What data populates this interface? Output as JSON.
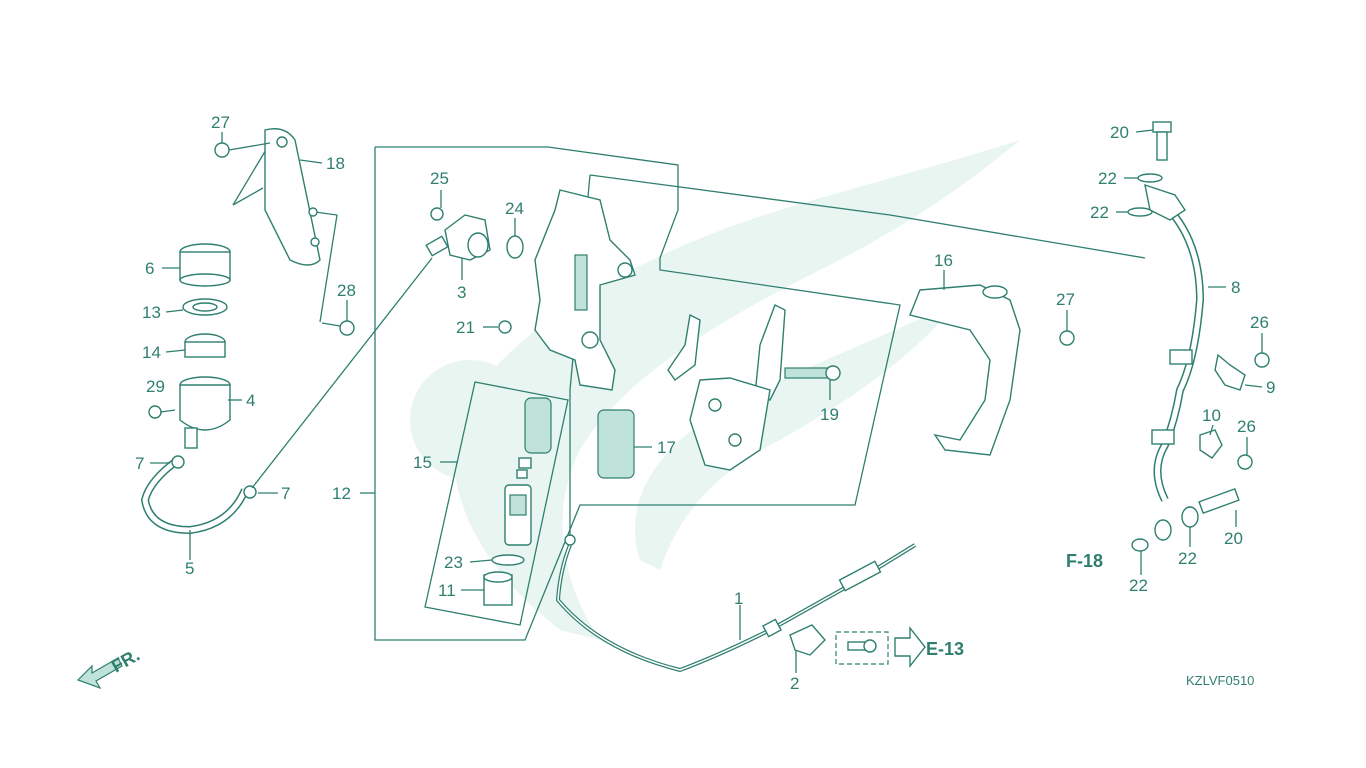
{
  "colors": {
    "line": "#2f7f6f",
    "watermark": "#e9f5f1",
    "background": "#ffffff"
  },
  "callouts": [
    {
      "id": "1",
      "label": "1"
    },
    {
      "id": "2",
      "label": "2"
    },
    {
      "id": "3",
      "label": "3"
    },
    {
      "id": "4",
      "label": "4"
    },
    {
      "id": "5",
      "label": "5"
    },
    {
      "id": "6",
      "label": "6"
    },
    {
      "id": "7a",
      "label": "7"
    },
    {
      "id": "7b",
      "label": "7"
    },
    {
      "id": "8",
      "label": "8"
    },
    {
      "id": "9",
      "label": "9"
    },
    {
      "id": "10",
      "label": "10"
    },
    {
      "id": "11",
      "label": "11"
    },
    {
      "id": "12",
      "label": "12"
    },
    {
      "id": "13",
      "label": "13"
    },
    {
      "id": "14",
      "label": "14"
    },
    {
      "id": "15",
      "label": "15"
    },
    {
      "id": "16",
      "label": "16"
    },
    {
      "id": "17",
      "label": "17"
    },
    {
      "id": "18",
      "label": "18"
    },
    {
      "id": "19",
      "label": "19"
    },
    {
      "id": "20a",
      "label": "20"
    },
    {
      "id": "20b",
      "label": "20"
    },
    {
      "id": "21",
      "label": "21"
    },
    {
      "id": "22a",
      "label": "22"
    },
    {
      "id": "22b",
      "label": "22"
    },
    {
      "id": "22c",
      "label": "22"
    },
    {
      "id": "22d",
      "label": "22"
    },
    {
      "id": "23",
      "label": "23"
    },
    {
      "id": "24",
      "label": "24"
    },
    {
      "id": "25",
      "label": "25"
    },
    {
      "id": "26a",
      "label": "26"
    },
    {
      "id": "26b",
      "label": "26"
    },
    {
      "id": "27a",
      "label": "27"
    },
    {
      "id": "27b",
      "label": "27"
    },
    {
      "id": "28",
      "label": "28"
    },
    {
      "id": "29",
      "label": "29"
    }
  ],
  "references": {
    "f18": "F-18",
    "e13": "E-13",
    "front": "FR."
  },
  "diagram_code": "KZLVF0510"
}
